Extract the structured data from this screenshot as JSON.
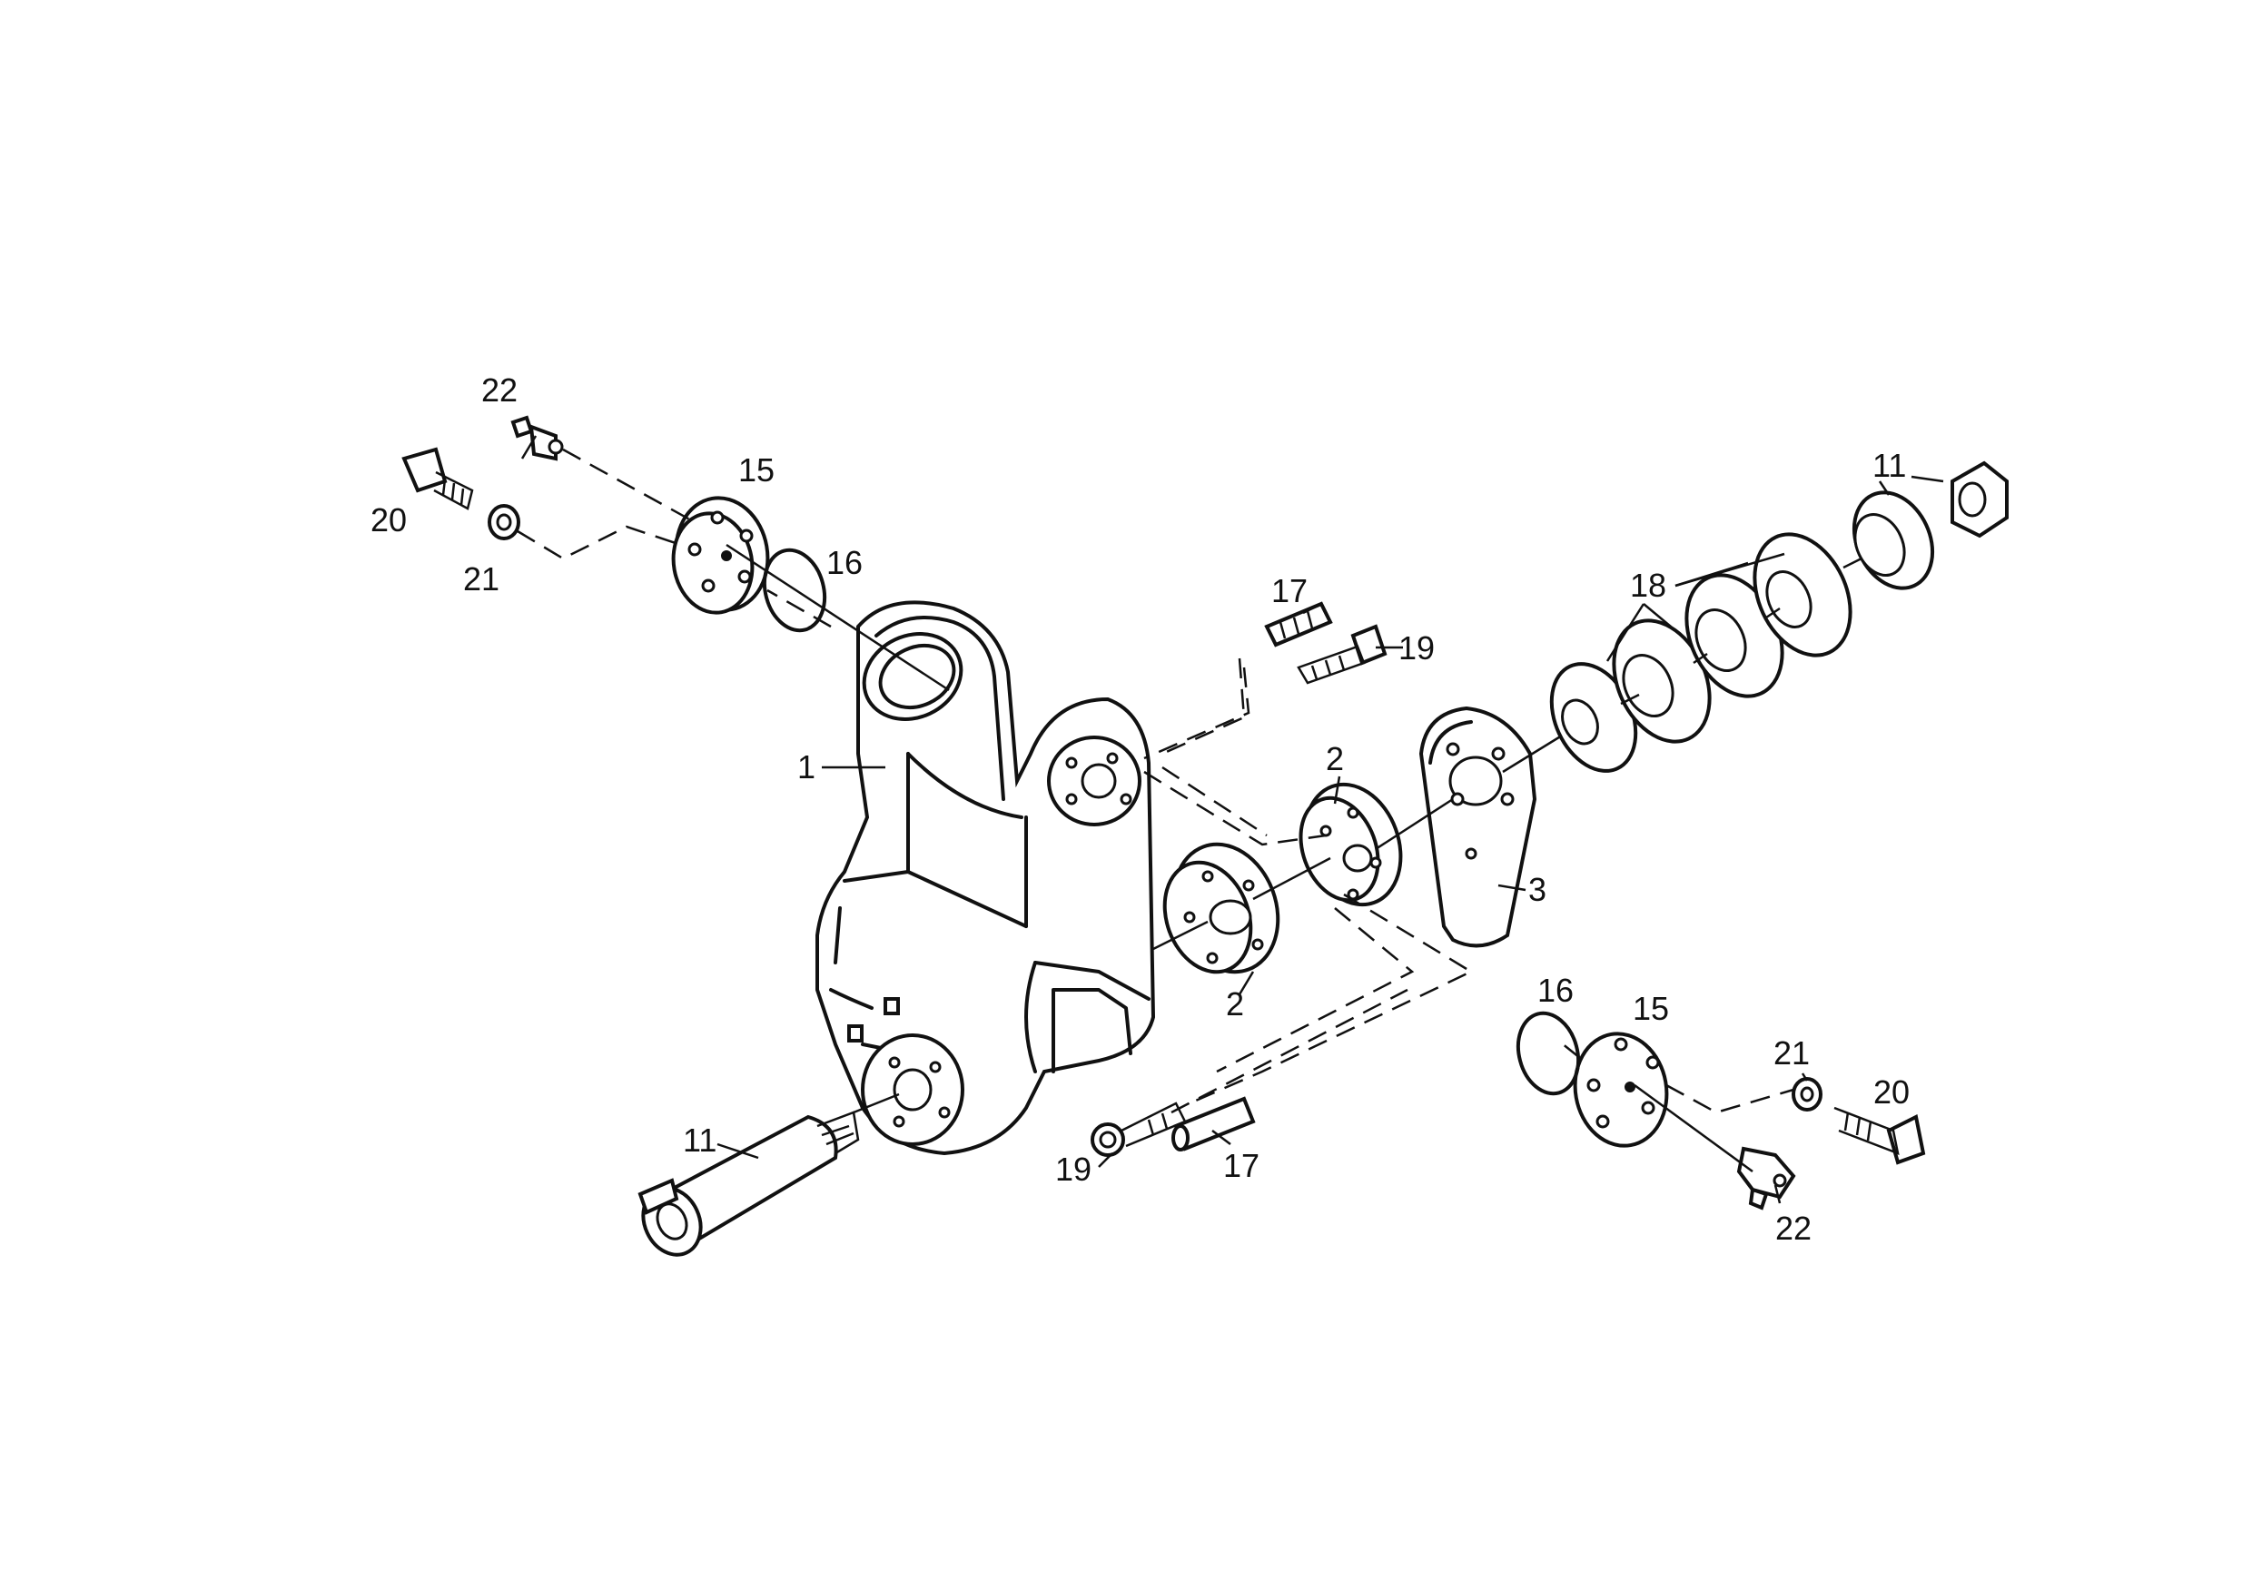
{
  "callouts": [
    {
      "id": "c1",
      "text": "1"
    },
    {
      "id": "c2a",
      "text": "2"
    },
    {
      "id": "c2b",
      "text": "2"
    },
    {
      "id": "c3",
      "text": "3"
    },
    {
      "id": "c11a",
      "text": "11"
    },
    {
      "id": "c11b",
      "text": "11"
    },
    {
      "id": "c15a",
      "text": "15"
    },
    {
      "id": "c15b",
      "text": "15"
    },
    {
      "id": "c16a",
      "text": "16"
    },
    {
      "id": "c16b",
      "text": "16"
    },
    {
      "id": "c17a",
      "text": "17"
    },
    {
      "id": "c17b",
      "text": "17"
    },
    {
      "id": "c18",
      "text": "18"
    },
    {
      "id": "c19a",
      "text": "19"
    },
    {
      "id": "c19b",
      "text": "19"
    },
    {
      "id": "c20a",
      "text": "20"
    },
    {
      "id": "c20b",
      "text": "20"
    },
    {
      "id": "c21a",
      "text": "21"
    },
    {
      "id": "c21b",
      "text": "21"
    },
    {
      "id": "c22a",
      "text": "22"
    },
    {
      "id": "c22b",
      "text": "22"
    }
  ]
}
